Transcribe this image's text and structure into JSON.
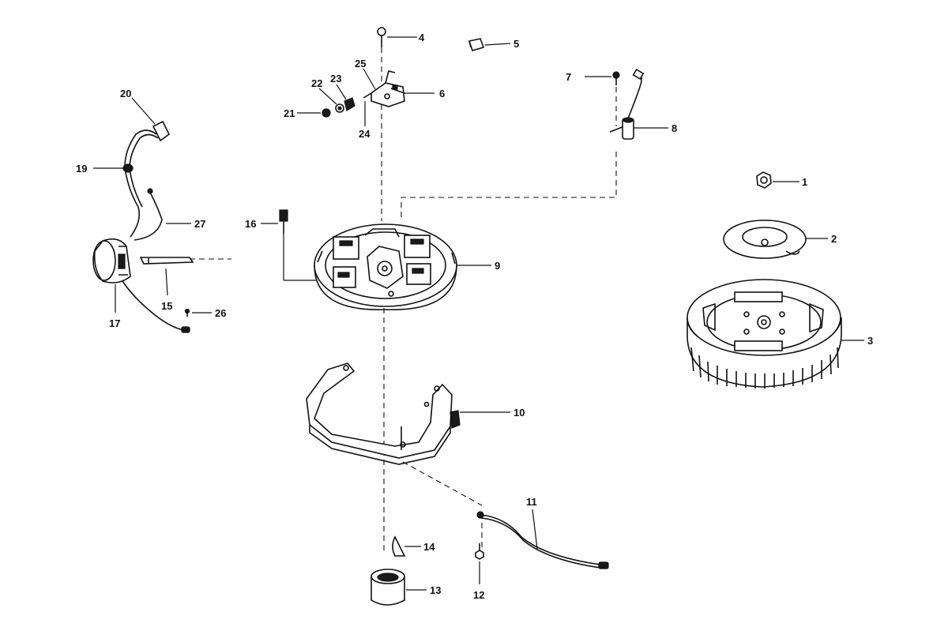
{
  "parts": [
    {
      "id": "callout-1",
      "label": "1"
    },
    {
      "id": "callout-2",
      "label": "2"
    },
    {
      "id": "callout-3",
      "label": "3"
    },
    {
      "id": "callout-4",
      "label": "4"
    },
    {
      "id": "callout-5",
      "label": "5"
    },
    {
      "id": "callout-6",
      "label": "6"
    },
    {
      "id": "callout-7",
      "label": "7"
    },
    {
      "id": "callout-8",
      "label": "8"
    },
    {
      "id": "callout-9",
      "label": "9"
    },
    {
      "id": "callout-10",
      "label": "10"
    },
    {
      "id": "callout-11",
      "label": "11"
    },
    {
      "id": "callout-12",
      "label": "12"
    },
    {
      "id": "callout-13",
      "label": "13"
    },
    {
      "id": "callout-14",
      "label": "14"
    },
    {
      "id": "callout-15",
      "label": "15"
    },
    {
      "id": "callout-16",
      "label": "16"
    },
    {
      "id": "callout-17",
      "label": "17"
    },
    {
      "id": "callout-19",
      "label": "19"
    },
    {
      "id": "callout-20",
      "label": "20"
    },
    {
      "id": "callout-21",
      "label": "21"
    },
    {
      "id": "callout-22",
      "label": "22"
    },
    {
      "id": "callout-23",
      "label": "23"
    },
    {
      "id": "callout-24",
      "label": "24"
    },
    {
      "id": "callout-25",
      "label": "25"
    },
    {
      "id": "callout-26",
      "label": "26"
    },
    {
      "id": "callout-27",
      "label": "27"
    }
  ]
}
